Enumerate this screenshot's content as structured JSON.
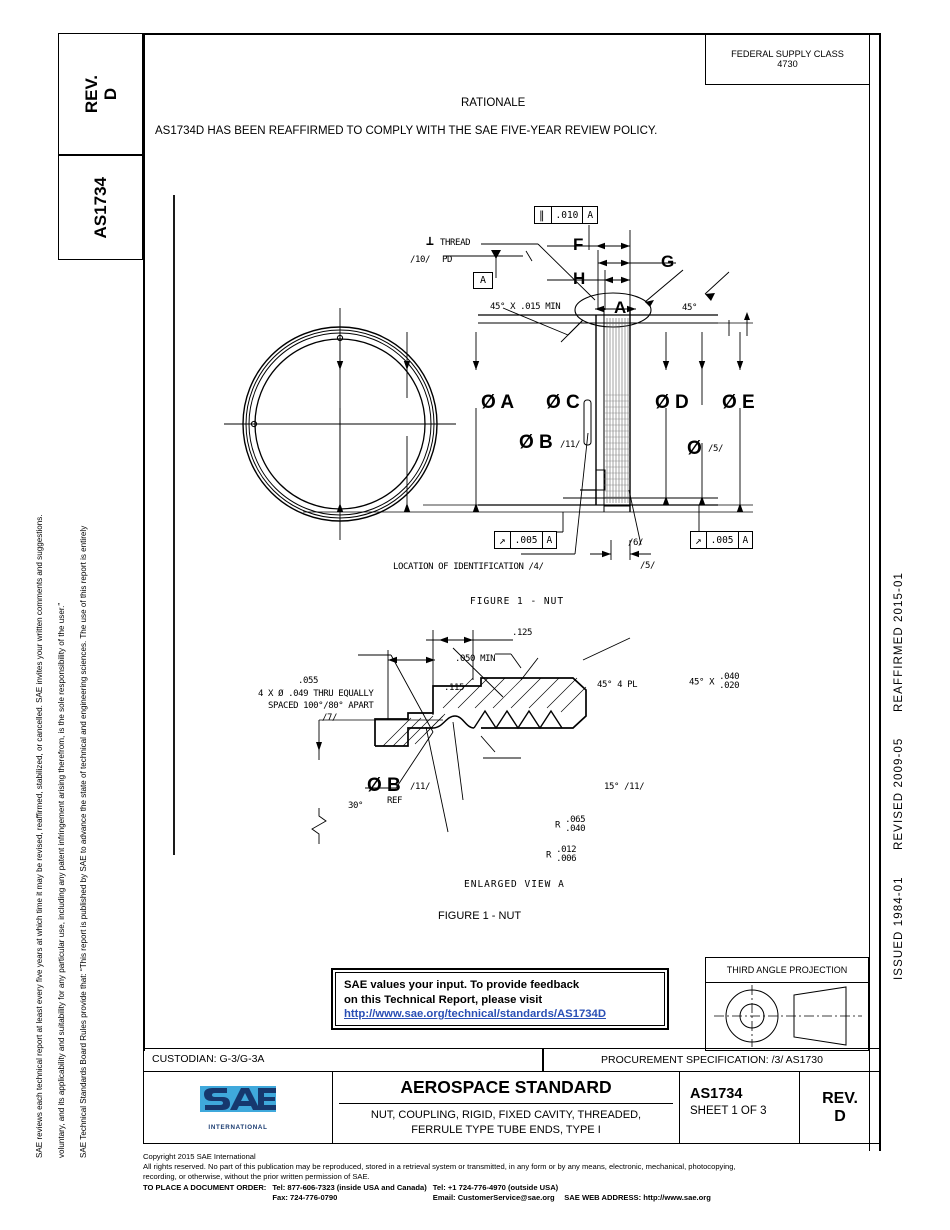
{
  "document": {
    "standard_number": "AS1734",
    "revision_label": "REV.",
    "revision": "D",
    "federal_supply_class_label": "FEDERAL SUPPLY CLASS",
    "federal_supply_class": "4730"
  },
  "rationale": {
    "heading": "RATIONALE",
    "body": "AS1734D HAS BEEN REAFFIRMED TO COMPLY WITH THE SAE FIVE-YEAR REVIEW POLICY."
  },
  "legal": {
    "paragraph1": "SAE Technical Standards Board Rules provide that: “This report is published by SAE to advance the state of technical and engineering sciences. The use of this report is entirely",
    "paragraph2": "voluntary, and its applicability and suitability for any particular use, including any patent infringement arising therefrom, is the sole responsibility of the user.”",
    "paragraph3": "SAE reviews each technical report at least every five years at which time it may be revised, reaffirmed, stabilized, or cancelled. SAE invites your written comments and suggestions."
  },
  "dates": {
    "issued": "ISSUED 1984-01",
    "revised": "REVISED 2009-05",
    "reaffirmed": "REAFFIRMED 2015-01"
  },
  "drawing": {
    "figure1_caption_top": "FIGURE 1 - NUT",
    "figure1_caption_bottom": "FIGURE 1 - NUT",
    "enlarged_view_caption": "ENLARGED VIEW A",
    "callouts": {
      "parallelism_tol": ".010",
      "parallelism_datum": "A",
      "thread_label": "THREAD",
      "thread_note": "/10/",
      "thread_pd": "PD",
      "thread_datum": "A",
      "chamfer_45_015": "45° X .015 MIN",
      "angle_45_right": "45°",
      "dim_F": "F",
      "dim_G": "G",
      "dim_H": "H",
      "dim_A_detail": "A",
      "dia_A": "Ø A",
      "dia_B": "Ø B",
      "dia_B_note": "/11/",
      "dia_C": "Ø C",
      "dia_D": "Ø D",
      "dia_E": "Ø E",
      "dia_5": "Ø",
      "dia_5_note": "/5/",
      "runout_left_tol": ".005",
      "runout_left_datum": "A",
      "runout_right_tol": ".005",
      "runout_right_datum": "A",
      "note_6": "/6/",
      "note_5": "/5/",
      "location_of_identification": "LOCATION OF IDENTIFICATION /4/"
    },
    "enlarged_callouts": {
      "dim_125": ".125",
      "dim_050_min": ".050 MIN",
      "dim_115": ".115",
      "angle_45_4pl": "45° 4 PL",
      "chamfer_45_line1": "45° X",
      "chamfer_45_upper": ".040",
      "chamfer_45_lower": ".020",
      "holes_line1": ".055",
      "holes_line2": "4 X Ø .049 THRU EQUALLY",
      "holes_line3": "SPACED 100°/80° APART",
      "holes_line4": "/7/",
      "dia_B": "Ø B",
      "dia_B_note": "/11/",
      "dia_B_ref": "REF",
      "angle_30": "30°",
      "angle_15": "15°",
      "angle_15_note": "/11/",
      "radius1_label": "R",
      "radius1_upper": ".065",
      "radius1_lower": ".040",
      "radius2_label": "R",
      "radius2_upper": ".012",
      "radius2_lower": ".006"
    }
  },
  "feedback": {
    "line1": "SAE values your input. To provide feedback",
    "line2": "on this Technical Report, please visit",
    "url": "http://www.sae.org/technical/standards/AS1734D"
  },
  "projection": {
    "label": "THIRD ANGLE PROJECTION"
  },
  "titleblock": {
    "custodian": "CUSTODIAN: G-3/G-3A",
    "procurement": "PROCUREMENT SPECIFICATION: /3/ AS1730",
    "standard_type": "AEROSPACE STANDARD",
    "title_line1": "NUT, COUPLING, RIGID, FIXED CAVITY, THREADED,",
    "title_line2": "FERRULE TYPE TUBE ENDS, TYPE I",
    "doc_number": "AS1734",
    "sheet": "SHEET 1 OF 3",
    "rev_label": "REV.",
    "rev_value": "D",
    "logo_text": "SAE",
    "logo_sub": "INTERNATIONAL",
    "logo_color_light": "#3FA9DC",
    "logo_color_dark": "#16386E"
  },
  "footer": {
    "copyright": "Copyright 2015 SAE International",
    "rights_line1": "All rights reserved. No part of this publication may be reproduced, stored in a retrieval system or transmitted, in any form or by any means, electronic, mechanical, photocopying,",
    "rights_line2": "recording, or otherwise, without the prior written permission of SAE.",
    "order_label": "TO PLACE A DOCUMENT ORDER:",
    "tel_us": "Tel: 877-606-7323 (inside USA and Canada)",
    "tel_intl": "Tel: +1 724-776-4970 (outside USA)",
    "fax": "Fax: 724-776-0790",
    "email": "Email: CustomerService@sae.org",
    "web": "SAE WEB ADDRESS: http://www.sae.org"
  }
}
